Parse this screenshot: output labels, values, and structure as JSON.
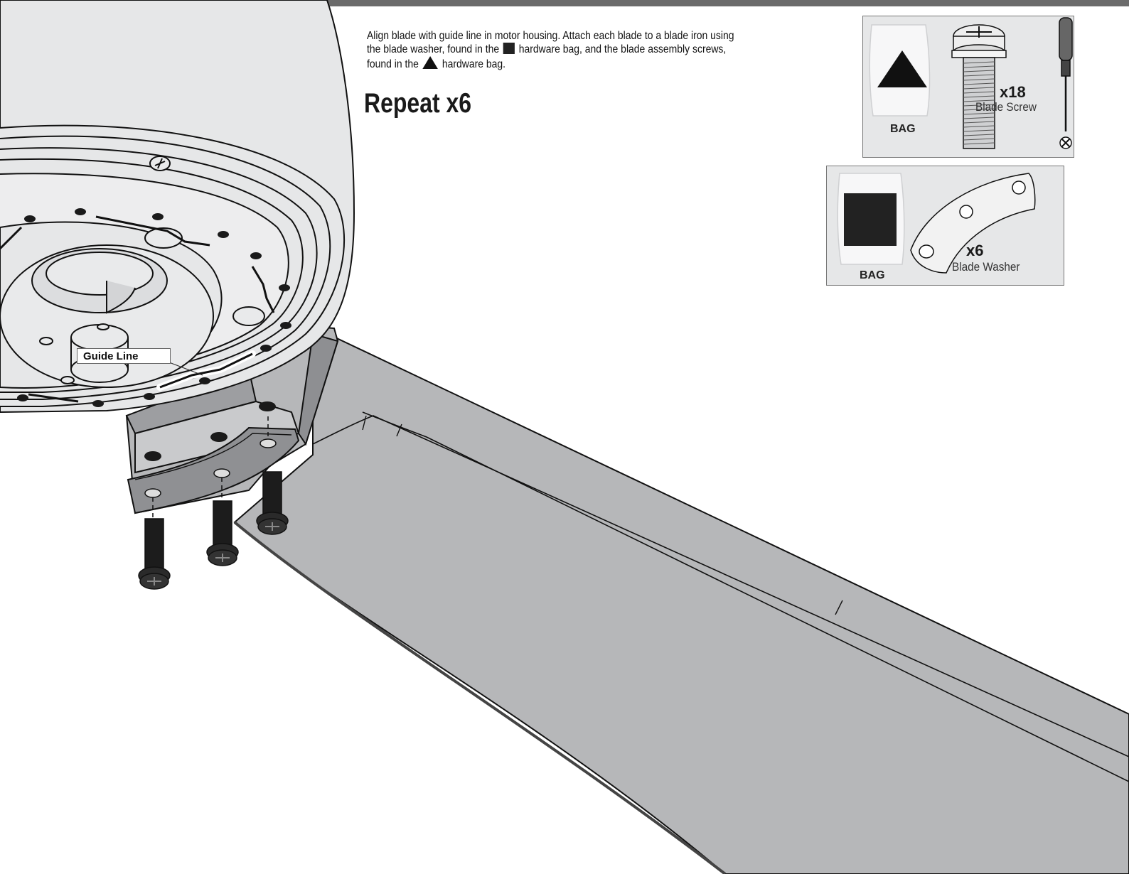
{
  "instructions": {
    "line1": "Align blade with guide line in motor housing. Attach each blade to a blade iron using",
    "line2a": "the blade washer, found in the",
    "line2b": "hardware bag, and the blade assembly screws,",
    "line3a": "found in the",
    "line3b": "hardware bag.",
    "repeat": "Repeat x6"
  },
  "callouts": {
    "guide_line": "Guide Line"
  },
  "hardware": {
    "screw_panel": {
      "bag_label": "BAG",
      "bag_symbol": "triangle",
      "count": "x18",
      "name": "Blade Screw",
      "tool": "phillips-screwdriver-icon"
    },
    "washer_panel": {
      "bag_label": "BAG",
      "bag_symbol": "square",
      "count": "x6",
      "name": "Blade Washer"
    }
  },
  "colors": {
    "top_bar": "#6b6b6b",
    "panel_bg": "#e6e7e8",
    "blade": "#b6b7b9",
    "housing": "#e6e7e8",
    "ink": "#111111"
  }
}
